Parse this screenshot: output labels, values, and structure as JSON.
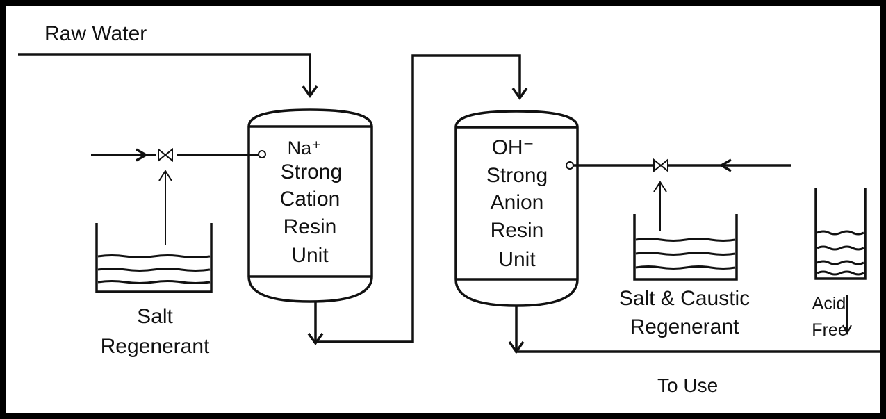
{
  "labels": {
    "raw_water": "Raw Water",
    "to_use": "To Use",
    "cation_unit": [
      "Na⁺",
      "Strong",
      "Cation",
      "Resin",
      "Unit"
    ],
    "anion_unit": [
      "OH⁻",
      "Strong",
      "Anion",
      "Resin",
      "Unit"
    ],
    "salt_regenerant": [
      "Salt",
      "Regenerant"
    ],
    "salt_caustic_regenerant": [
      "Salt & Caustic",
      "Regenerant"
    ],
    "acid_free": [
      "Acid",
      "Free"
    ]
  },
  "icons": {
    "valve": "bowtie-valve-icon",
    "arrow": "arrowhead-icon"
  },
  "colors": {
    "line": "#111111",
    "background": "#ffffff",
    "border": "#000000"
  }
}
